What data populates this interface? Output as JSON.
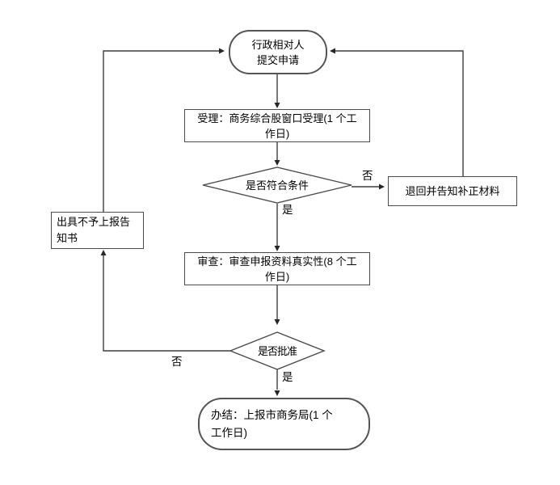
{
  "diagram": {
    "colors": {
      "background": "#ffffff",
      "line": "#3d3d3d",
      "node_border": "#4b4b4b",
      "text": "#000000"
    },
    "nodes": {
      "start": {
        "shape": "stadium",
        "text": "行政相对人\n提交申请"
      },
      "accept": {
        "shape": "rect",
        "text": "受理：商务综合股窗口受理(1 个工作日)"
      },
      "check_conditions": {
        "shape": "diamond",
        "text": "是否符合条件"
      },
      "return_materials": {
        "shape": "rect",
        "text": "退回并告知补正材料"
      },
      "review": {
        "shape": "rect",
        "text": "审查：审查申报资料真实性(8 个工作日)"
      },
      "check_approval": {
        "shape": "diamond",
        "text": "是否批准"
      },
      "no_report_notice": {
        "shape": "rect",
        "text": "出具不予上报告知书"
      },
      "complete": {
        "shape": "stadium",
        "text": "办结：上报市商务局(1 个工作日)"
      }
    },
    "edge_labels": {
      "conditions_yes": "是",
      "conditions_no": "否",
      "approval_yes": "是",
      "approval_no": "否"
    }
  }
}
